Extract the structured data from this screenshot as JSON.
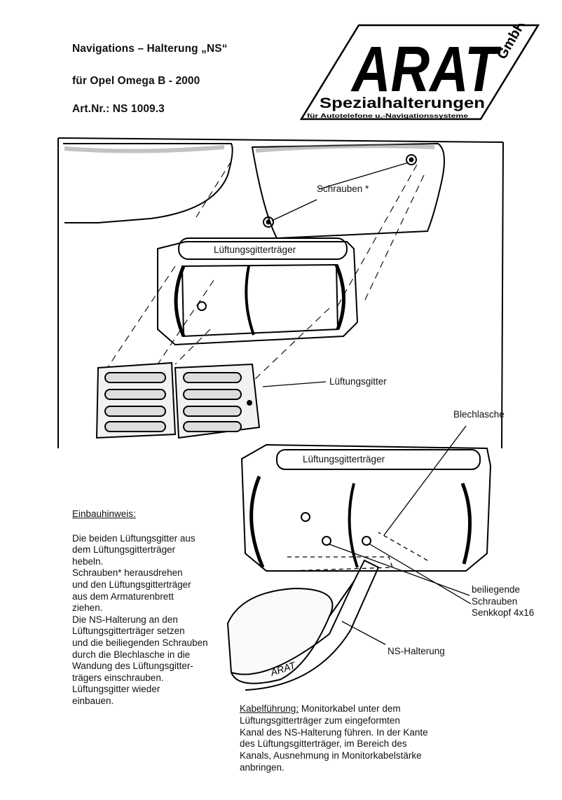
{
  "header": {
    "line1": "Navigations – Halterung „NS“",
    "line2": "für Opel Omega B - 2000",
    "line3": "Art.Nr.:  NS  1009.3"
  },
  "logo": {
    "brand": "ARAT",
    "suffix": "GmbH",
    "tagline": "Spezialhalterungen",
    "subline": "für Autotelefone u.-Navigationssysteme"
  },
  "labels": {
    "schrauben": "Schrauben *",
    "traeger_top": "Lüftungsgitterträger",
    "gitter": "Lüftungsgitter",
    "blechlasche": "Blechlasche",
    "traeger_bottom": "Lüftungsgitterträger",
    "beiliegende": [
      "beiliegende",
      "Schrauben",
      "Senkkopf 4x16"
    ],
    "ns_halterung": "NS-Halterung",
    "engraving": "ARAT"
  },
  "notes": {
    "title": "Einbauhinweis:",
    "lines": [
      "Die beiden Lüftungsgitter aus",
      "dem Lüftungsgitterträger",
      "hebeln.",
      "Schrauben* herausdrehen",
      "und den Lüftungsgitterträger",
      "aus dem Armaturenbrett",
      "ziehen.",
      "Die NS-Halterung  an den",
      "Lüftungsgitterträger setzen",
      "und die beiliegenden Schrauben",
      "durch die Blechlasche in die",
      "Wandung des Lüftungsgitter-",
      "trägers einschrauben.",
      "Lüftungsgitter wieder",
      "einbauen."
    ]
  },
  "cable": {
    "title": "Kabelführung:",
    "first_rest": " Monitorkabel unter dem",
    "lines": [
      "Lüftungsgitterträger zum eingeformten",
      "Kanal des NS-Halterung führen. In der Kante",
      "des Lüftungsgitterträger, im  Bereich des",
      "Kanals, Ausnehmung in Monitorkabelstärke",
      "anbringen."
    ]
  }
}
